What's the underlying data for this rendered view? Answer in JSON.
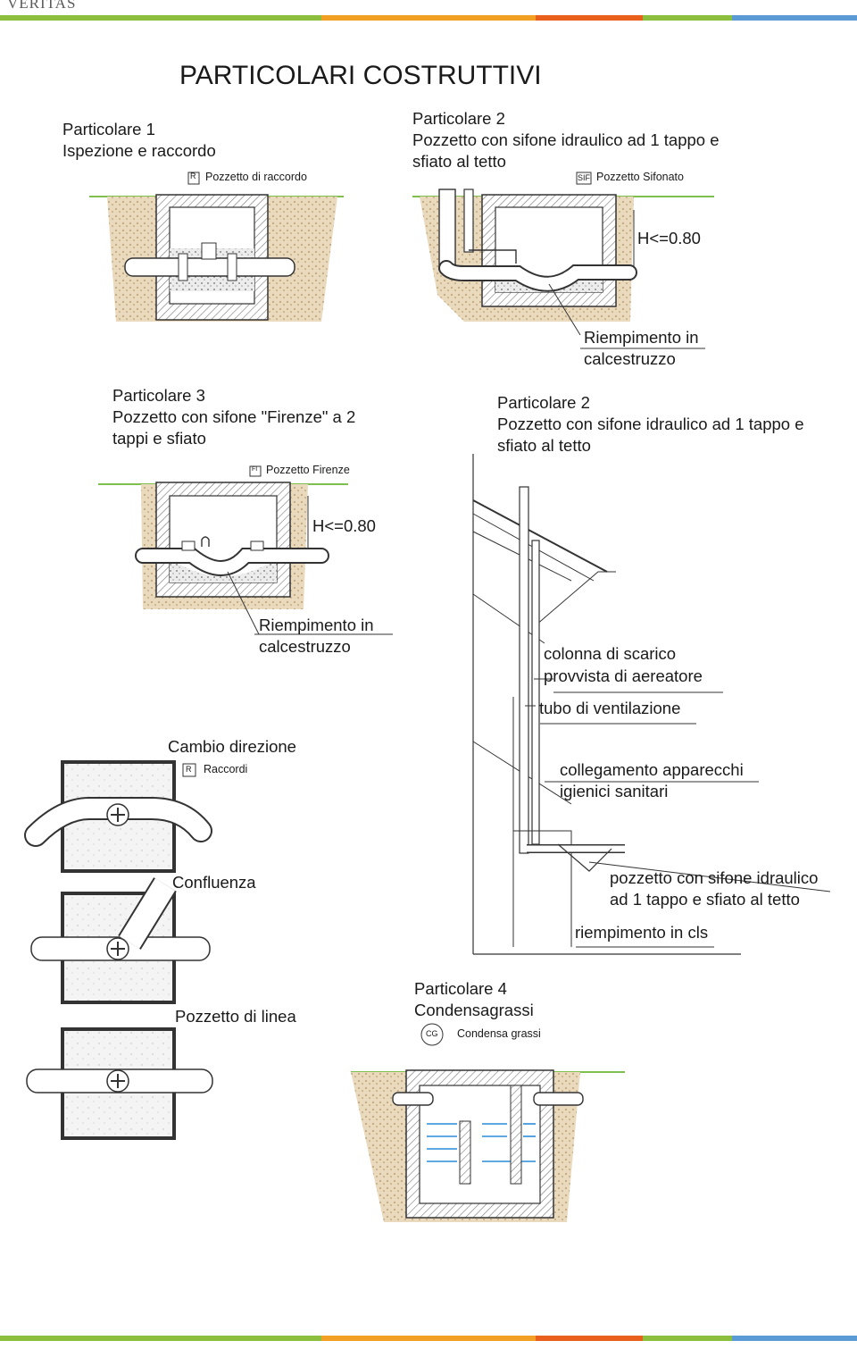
{
  "logo": "VERITAS",
  "colors": {
    "band": [
      "#8dbf3f",
      "#f2a024",
      "#e8601c",
      "#5b9bd5"
    ],
    "fill_hatch": "#c8ad84",
    "water": "#2b8cd8",
    "ground": "#7fbf4f"
  },
  "title": "PARTICOLARI COSTRUTTIVI",
  "det1": {
    "heading": "Particolare 1",
    "sub": "Ispezione e raccordo",
    "symbol": "R",
    "symbol_label": "Pozzetto di raccordo"
  },
  "det2a": {
    "heading": "Particolare 2",
    "sub1": "Pozzetto con sifone idraulico ad 1 tappo e",
    "sub2": "sfiato al tetto",
    "symbol": "SIF",
    "symbol_label": "Pozzetto Sifonato",
    "height_note": "H<=0.80",
    "fill_note1": "Riempimento in",
    "fill_note2": "calcestruzzo"
  },
  "det3": {
    "heading": "Particolare 3",
    "sub1": "Pozzetto con sifone \"Firenze\" a 2",
    "sub2": "tappi e sfiato",
    "symbol": "FI",
    "symbol_label": "Pozzetto Firenze",
    "height_note": "H<=0.80",
    "fill_note1": "Riempimento in",
    "fill_note2": "calcestruzzo"
  },
  "det2b": {
    "heading": "Particolare 2",
    "sub1": "Pozzetto con sifone idraulico ad 1 tappo e",
    "sub2": "sfiato al tetto",
    "callouts": {
      "colonna1": "colonna di scarico",
      "colonna2": "provvista di aereatore",
      "ventilazione": "tubo di ventilazione",
      "collegamento1": "collegamento apparecchi",
      "collegamento2": "igienici sanitari",
      "pozzetto1": "pozzetto con sifone idraulico",
      "pozzetto2": "ad 1 tappo e sfiato al tetto",
      "riempimento": "riempimento in cls"
    }
  },
  "plans": {
    "cambio": "Cambio direzione",
    "symbol": "R",
    "symbol_label": "Raccordi",
    "confluenza": "Confluenza",
    "linea": "Pozzetto di linea"
  },
  "det4": {
    "heading": "Particolare 4",
    "sub": "Condensagrassi",
    "symbol": "CG",
    "symbol_label": "Condensa grassi"
  }
}
